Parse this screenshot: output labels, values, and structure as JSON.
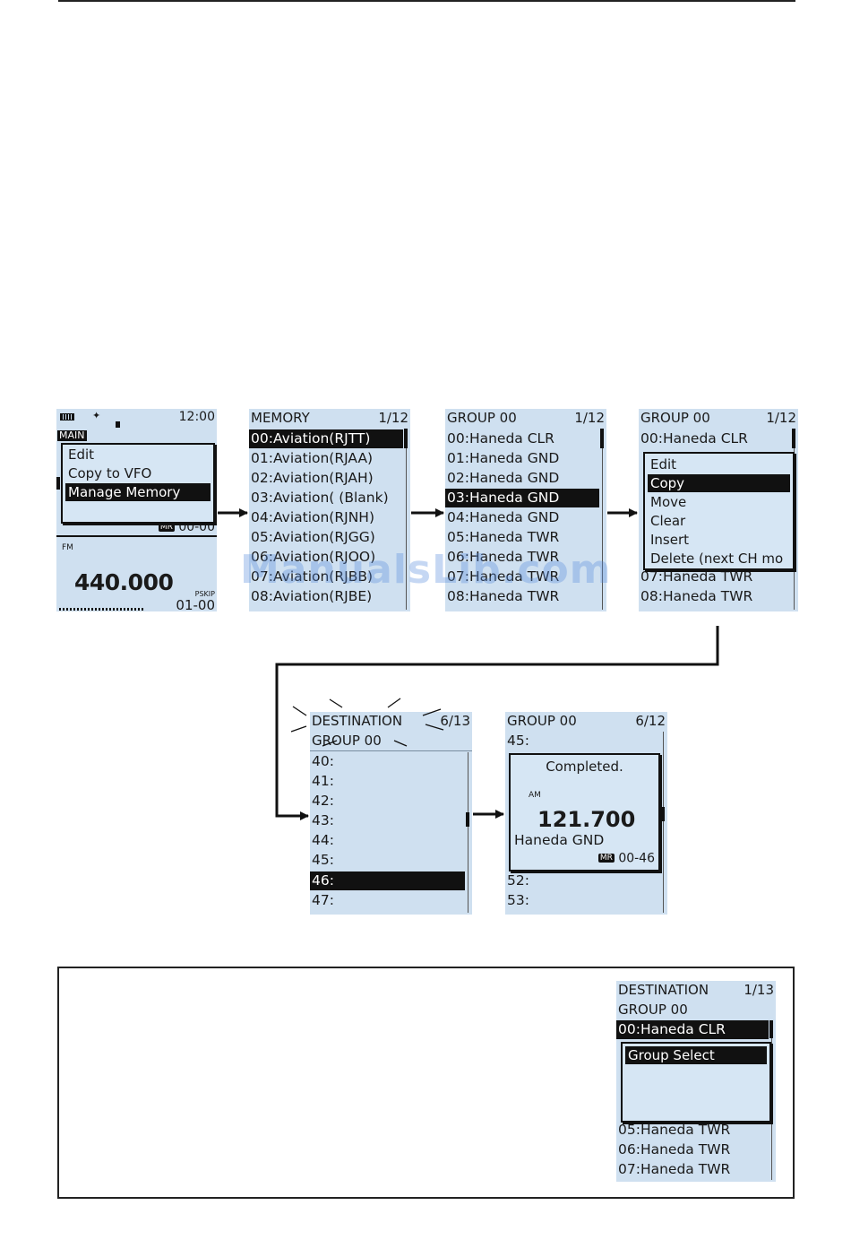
{
  "screen1": {
    "time": "12:00",
    "band_label": "MAIN",
    "menu": [
      "Edit",
      "Copy to VFO",
      "Manage Memory"
    ],
    "memory_tag": "MR",
    "memory_num": "00-00",
    "mode": "FM",
    "frequency": "440.000",
    "skip_label": "PSKIP",
    "channel": "01-00"
  },
  "screen2": {
    "title": "MEMORY",
    "page": "1/12",
    "rows": [
      "00:Aviation(RJTT)",
      "01:Aviation(RJAA)",
      "02:Aviation(RJAH)",
      "03:Aviation( (Blank)",
      "04:Aviation(RJNH)",
      "05:Aviation(RJGG)",
      "06:Aviation(RJOO)",
      "07:Aviation(RJBB)",
      "08:Aviation(RJBE)"
    ]
  },
  "screen3": {
    "title": "GROUP 00",
    "page": "1/12",
    "rows": [
      "00:Haneda CLR",
      "01:Haneda GND",
      "02:Haneda GND",
      "03:Haneda GND",
      "04:Haneda GND",
      "05:Haneda TWR",
      "06:Haneda TWR",
      "07:Haneda TWR",
      "08:Haneda TWR"
    ]
  },
  "screen4": {
    "title": "GROUP 00",
    "page": "1/12",
    "top_row": "00:Haneda CLR",
    "menu": [
      "Edit",
      "Copy",
      "Move",
      "Clear",
      "Insert",
      "Delete (next CH mo"
    ],
    "bottom_rows": [
      "07:Haneda TWR",
      "08:Haneda TWR"
    ]
  },
  "screen5": {
    "title": "DESTINATION",
    "page": "6/13",
    "subtitle": "GROUP 00",
    "rows": [
      "40:",
      "41:",
      "42:",
      "43:",
      "44:",
      "45:",
      "46:",
      "47:"
    ]
  },
  "screen6": {
    "title": "GROUP 00",
    "page": "6/12",
    "top_row": "45:",
    "dialog": {
      "message": "Completed.",
      "mode": "AM",
      "frequency": "121.700",
      "name": "Haneda GND",
      "tag": "MR",
      "channel": "00-46"
    },
    "bottom_rows": [
      "52:",
      "53:"
    ]
  },
  "screen7": {
    "title": "DESTINATION",
    "page": "1/13",
    "subtitle": "GROUP 00",
    "top_row": "00:Haneda CLR",
    "menu": [
      "Group Select"
    ],
    "bottom_rows": [
      "05:Haneda TWR",
      "06:Haneda TWR",
      "07:Haneda TWR"
    ]
  },
  "watermark": "ManualsLib.com"
}
